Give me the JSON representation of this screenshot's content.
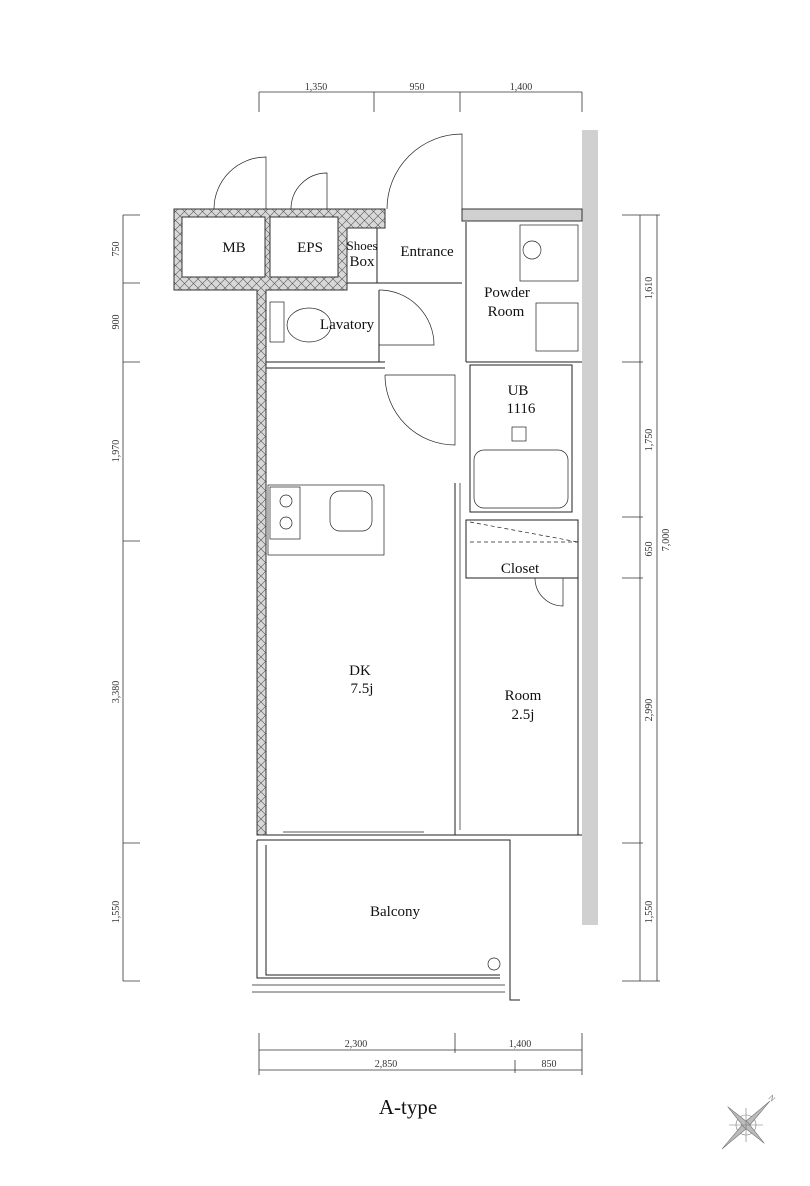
{
  "title": "A-type",
  "rooms": {
    "mb": "MB",
    "eps": "EPS",
    "shoes_1": "Shoes",
    "shoes_2": "Box",
    "entrance": "Entrance",
    "powder_1": "Powder",
    "powder_2": "Room",
    "lavatory": "Lavatory",
    "ub_1": "UB",
    "ub_2": "1116",
    "dk_1": "DK",
    "dk_2": "7.5j",
    "closet": "Closet",
    "room_1": "Room",
    "room_2": "2.5j",
    "balcony": "Balcony"
  },
  "dims": {
    "top": [
      "1,350",
      "950",
      "1,400"
    ],
    "left": [
      "750",
      "900",
      "1,970",
      "3,380",
      "1,550"
    ],
    "right": [
      "1,610",
      "1,750",
      "650",
      "2,990",
      "1,550"
    ],
    "right_total": "7,000",
    "bottom_1": [
      "2,300",
      "1,400"
    ],
    "bottom_2": [
      "2,850",
      "850"
    ]
  },
  "compass": {
    "north_label": "N",
    "icon": "compass-rose-icon"
  }
}
